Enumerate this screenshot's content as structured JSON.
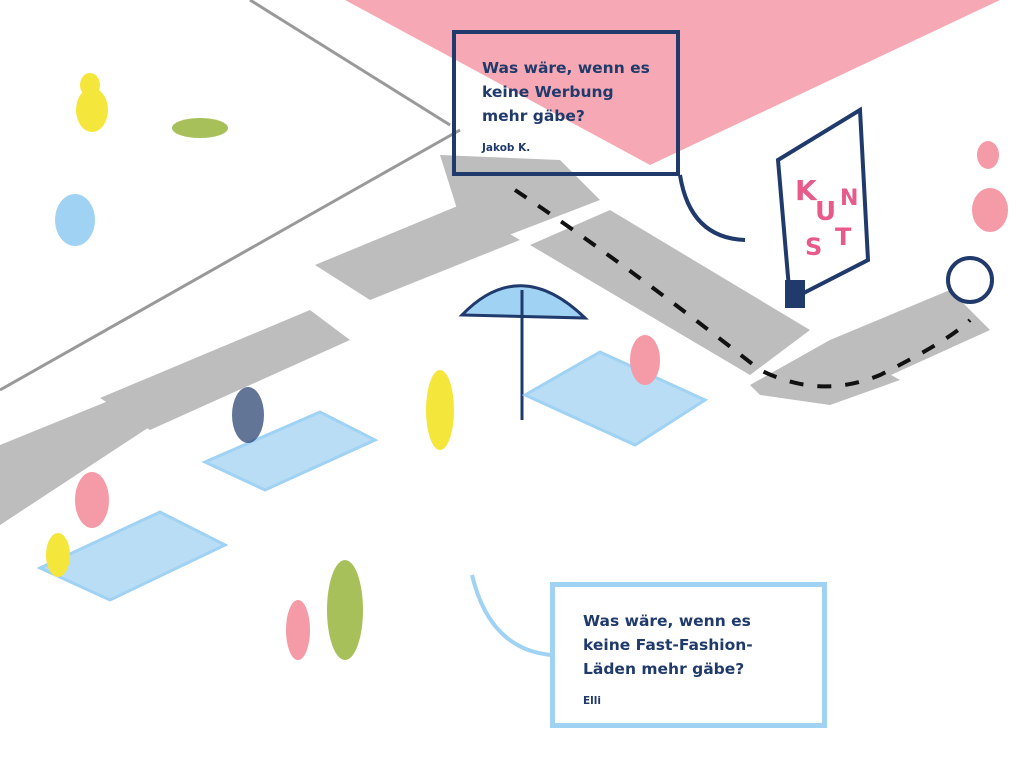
{
  "bubbles": [
    {
      "question": "Was wäre, wenn es keine Werbung mehr gäbe?",
      "author": "Jakob K."
    },
    {
      "question": "Was wäre, wenn es keine Fast-Fashion-Läden mehr gäbe?",
      "author": "Elli"
    }
  ],
  "billboard": {
    "letters": [
      "K",
      "U",
      "N",
      "S",
      "T"
    ]
  },
  "colors": {
    "navy": "#1f3a6b",
    "pink": "#f59aa7",
    "lightblue": "#9fd2f3",
    "gray": "#b7b7b7",
    "yellow": "#f5e63c",
    "green": "#a8c05a"
  }
}
